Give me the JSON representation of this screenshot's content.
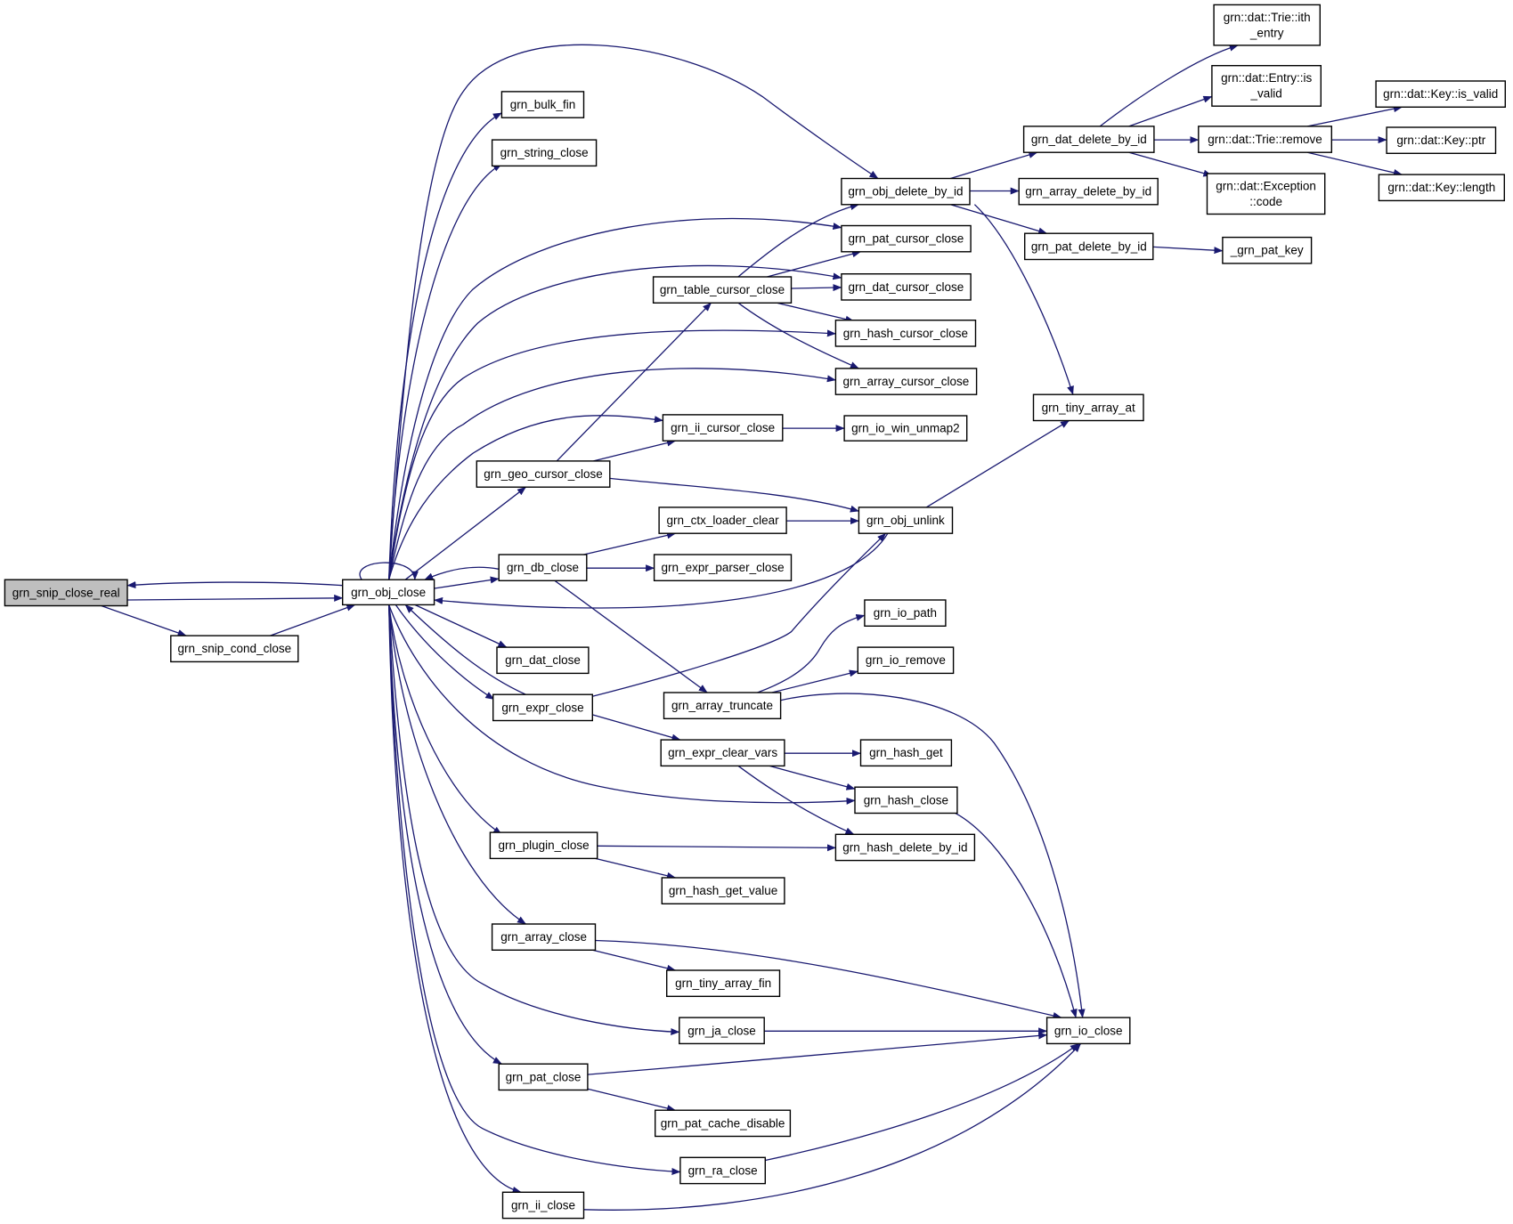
{
  "colors": {
    "edge": "#191970",
    "root_fill": "#bfbfbf",
    "node_fill": "#ffffff",
    "node_stroke": "#000000"
  },
  "nodes": {
    "snip_close_real": {
      "lines": [
        "grn_snip_close_real"
      ],
      "root": true
    },
    "snip_cond_close": {
      "lines": [
        "grn_snip_cond_close"
      ]
    },
    "obj_close": {
      "lines": [
        "grn_obj_close"
      ]
    },
    "bulk_fin": {
      "lines": [
        "grn_bulk_fin"
      ]
    },
    "string_close": {
      "lines": [
        "grn_string_close"
      ]
    },
    "obj_delete_by_id": {
      "lines": [
        "grn_obj_delete_by_id"
      ]
    },
    "pat_cursor_close": {
      "lines": [
        "grn_pat_cursor_close"
      ]
    },
    "table_cursor_close": {
      "lines": [
        "grn_table_cursor_close"
      ]
    },
    "dat_cursor_close": {
      "lines": [
        "grn_dat_cursor_close"
      ]
    },
    "hash_cursor_close": {
      "lines": [
        "grn_hash_cursor_close"
      ]
    },
    "array_cursor_close": {
      "lines": [
        "grn_array_cursor_close"
      ]
    },
    "ii_cursor_close": {
      "lines": [
        "grn_ii_cursor_close"
      ]
    },
    "io_win_unmap2": {
      "lines": [
        "grn_io_win_unmap2"
      ]
    },
    "geo_cursor_close": {
      "lines": [
        "grn_geo_cursor_close"
      ]
    },
    "ctx_loader_clear": {
      "lines": [
        "grn_ctx_loader_clear"
      ]
    },
    "obj_unlink": {
      "lines": [
        "grn_obj_unlink"
      ]
    },
    "db_close": {
      "lines": [
        "grn_db_close"
      ]
    },
    "expr_parser_close": {
      "lines": [
        "grn_expr_parser_close"
      ]
    },
    "io_path": {
      "lines": [
        "grn_io_path"
      ]
    },
    "io_remove": {
      "lines": [
        "grn_io_remove"
      ]
    },
    "dat_close": {
      "lines": [
        "grn_dat_close"
      ]
    },
    "expr_close": {
      "lines": [
        "grn_expr_close"
      ]
    },
    "array_truncate": {
      "lines": [
        "grn_array_truncate"
      ]
    },
    "expr_clear_vars": {
      "lines": [
        "grn_expr_clear_vars"
      ]
    },
    "hash_get": {
      "lines": [
        "grn_hash_get"
      ]
    },
    "hash_close": {
      "lines": [
        "grn_hash_close"
      ]
    },
    "plugin_close": {
      "lines": [
        "grn_plugin_close"
      ]
    },
    "hash_delete_by_id": {
      "lines": [
        "grn_hash_delete_by_id"
      ]
    },
    "hash_get_value": {
      "lines": [
        "grn_hash_get_value"
      ]
    },
    "array_close": {
      "lines": [
        "grn_array_close"
      ]
    },
    "tiny_array_fin": {
      "lines": [
        "grn_tiny_array_fin"
      ]
    },
    "ja_close": {
      "lines": [
        "grn_ja_close"
      ]
    },
    "io_close": {
      "lines": [
        "grn_io_close"
      ]
    },
    "pat_close": {
      "lines": [
        "grn_pat_close"
      ]
    },
    "pat_cache_disable": {
      "lines": [
        "grn_pat_cache_disable"
      ]
    },
    "ra_close": {
      "lines": [
        "grn_ra_close"
      ]
    },
    "ii_close": {
      "lines": [
        "grn_ii_close"
      ]
    },
    "dat_delete_by_id": {
      "lines": [
        "grn_dat_delete_by_id"
      ]
    },
    "array_delete_by_id": {
      "lines": [
        "grn_array_delete_by_id"
      ]
    },
    "pat_delete_by_id": {
      "lines": [
        "grn_pat_delete_by_id"
      ]
    },
    "pat_key": {
      "lines": [
        "_grn_pat_key"
      ]
    },
    "tiny_array_at": {
      "lines": [
        "grn_tiny_array_at"
      ]
    },
    "trie_ith_entry": {
      "lines": [
        "grn::dat::Trie::ith",
        "_entry"
      ]
    },
    "entry_is_valid": {
      "lines": [
        "grn::dat::Entry::is",
        "_valid"
      ]
    },
    "trie_remove": {
      "lines": [
        "grn::dat::Trie::remove"
      ]
    },
    "exception_code": {
      "lines": [
        "grn::dat::Exception",
        "::code"
      ]
    },
    "key_is_valid": {
      "lines": [
        "grn::dat::Key::is_valid"
      ]
    },
    "key_ptr": {
      "lines": [
        "grn::dat::Key::ptr"
      ]
    },
    "key_length": {
      "lines": [
        "grn::dat::Key::length"
      ]
    }
  },
  "edges": [
    [
      "snip_close_real",
      "obj_close"
    ],
    [
      "snip_close_real",
      "snip_cond_close"
    ],
    [
      "snip_cond_close",
      "obj_close"
    ],
    [
      "obj_close",
      "snip_close_real"
    ],
    [
      "obj_close",
      "obj_close"
    ],
    [
      "obj_close",
      "bulk_fin"
    ],
    [
      "obj_close",
      "string_close"
    ],
    [
      "obj_close",
      "obj_delete_by_id"
    ],
    [
      "obj_close",
      "pat_cursor_close"
    ],
    [
      "obj_close",
      "dat_cursor_close"
    ],
    [
      "obj_close",
      "hash_cursor_close"
    ],
    [
      "obj_close",
      "array_cursor_close"
    ],
    [
      "obj_close",
      "ii_cursor_close"
    ],
    [
      "obj_close",
      "geo_cursor_close"
    ],
    [
      "obj_close",
      "db_close"
    ],
    [
      "obj_close",
      "dat_close"
    ],
    [
      "obj_close",
      "expr_close"
    ],
    [
      "obj_close",
      "hash_close"
    ],
    [
      "obj_close",
      "plugin_close"
    ],
    [
      "obj_close",
      "array_close"
    ],
    [
      "obj_close",
      "ja_close"
    ],
    [
      "obj_close",
      "pat_close"
    ],
    [
      "obj_close",
      "ra_close"
    ],
    [
      "obj_close",
      "ii_close"
    ],
    [
      "table_cursor_close",
      "obj_delete_by_id"
    ],
    [
      "table_cursor_close",
      "pat_cursor_close"
    ],
    [
      "table_cursor_close",
      "dat_cursor_close"
    ],
    [
      "table_cursor_close",
      "hash_cursor_close"
    ],
    [
      "table_cursor_close",
      "array_cursor_close"
    ],
    [
      "geo_cursor_close",
      "table_cursor_close"
    ],
    [
      "geo_cursor_close",
      "ii_cursor_close"
    ],
    [
      "geo_cursor_close",
      "obj_unlink"
    ],
    [
      "ii_cursor_close",
      "io_win_unmap2"
    ],
    [
      "db_close",
      "obj_close"
    ],
    [
      "db_close",
      "ctx_loader_clear"
    ],
    [
      "db_close",
      "expr_parser_close"
    ],
    [
      "db_close",
      "array_truncate"
    ],
    [
      "ctx_loader_clear",
      "obj_unlink"
    ],
    [
      "obj_unlink",
      "obj_close"
    ],
    [
      "obj_unlink",
      "tiny_array_at"
    ],
    [
      "expr_close",
      "obj_close"
    ],
    [
      "expr_close",
      "obj_unlink"
    ],
    [
      "expr_close",
      "expr_clear_vars"
    ],
    [
      "array_truncate",
      "io_path"
    ],
    [
      "array_truncate",
      "io_remove"
    ],
    [
      "array_truncate",
      "io_close"
    ],
    [
      "expr_clear_vars",
      "hash_get"
    ],
    [
      "expr_clear_vars",
      "hash_close"
    ],
    [
      "expr_clear_vars",
      "hash_delete_by_id"
    ],
    [
      "hash_close",
      "io_close"
    ],
    [
      "plugin_close",
      "hash_delete_by_id"
    ],
    [
      "plugin_close",
      "hash_get_value"
    ],
    [
      "array_close",
      "io_close"
    ],
    [
      "array_close",
      "tiny_array_fin"
    ],
    [
      "ja_close",
      "io_close"
    ],
    [
      "pat_close",
      "io_close"
    ],
    [
      "pat_close",
      "pat_cache_disable"
    ],
    [
      "ra_close",
      "io_close"
    ],
    [
      "ii_close",
      "io_close"
    ],
    [
      "obj_delete_by_id",
      "dat_delete_by_id"
    ],
    [
      "obj_delete_by_id",
      "array_delete_by_id"
    ],
    [
      "obj_delete_by_id",
      "pat_delete_by_id"
    ],
    [
      "obj_delete_by_id",
      "tiny_array_at"
    ],
    [
      "pat_delete_by_id",
      "pat_key"
    ],
    [
      "dat_delete_by_id",
      "trie_ith_entry"
    ],
    [
      "dat_delete_by_id",
      "entry_is_valid"
    ],
    [
      "dat_delete_by_id",
      "trie_remove"
    ],
    [
      "dat_delete_by_id",
      "exception_code"
    ],
    [
      "trie_remove",
      "key_is_valid"
    ],
    [
      "trie_remove",
      "key_ptr"
    ],
    [
      "trie_remove",
      "key_length"
    ]
  ]
}
